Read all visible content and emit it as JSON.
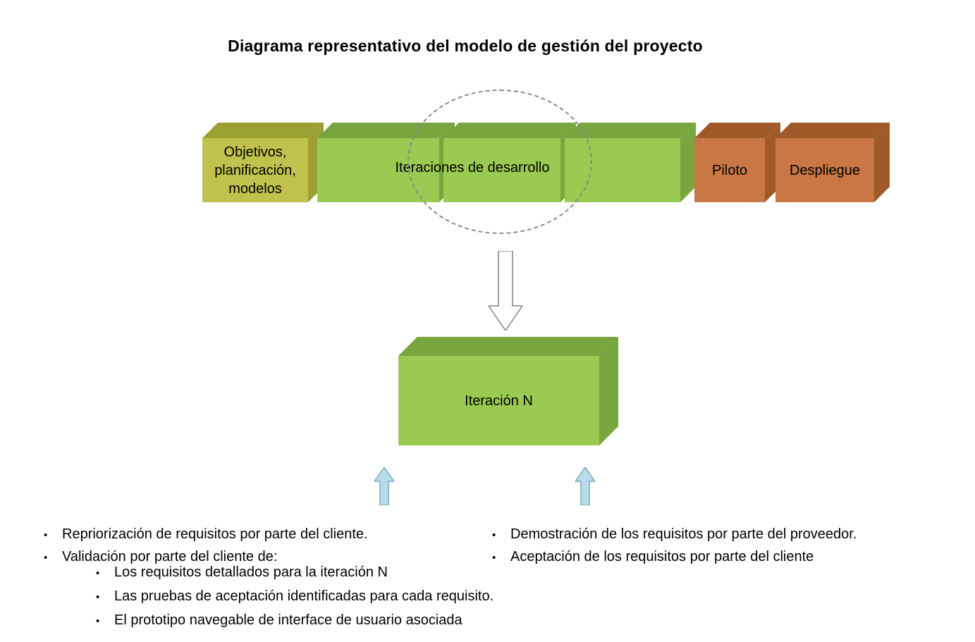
{
  "title": "Diagrama representativo del modelo de gestión del proyecto",
  "phases": {
    "objetivos": "Objetivos,\nplanificación,\nmodelos",
    "iteraciones_label": "Iteraciones de desarrollo",
    "piloto": "Piloto",
    "despliegue": "Despliegue"
  },
  "iteration": {
    "label": "Iteración N"
  },
  "bullets": {
    "left": [
      "Repriorización de requisitos por parte del cliente.",
      "Validación por parte del cliente de:"
    ],
    "sub": [
      "Los requisitos detallados para la iteración N",
      "Las pruebas de aceptación identificadas para cada requisito.",
      "El prototipo navegable de interface de usuario asociada"
    ],
    "right": [
      "Demostración de los requisitos por parte del proveedor.",
      "Aceptación de los requisitos por parte del cliente"
    ]
  },
  "colors": {
    "yellow-front": "#c1c24e",
    "yellow-dark": "#9aa032",
    "green-front": "#9aca52",
    "green-dark": "#78a53e",
    "orange-front": "#c97745",
    "orange-dark": "#a05a2a",
    "arrow-blue-fill": "#b9dce9",
    "arrow-blue-stroke": "#669bb5",
    "arrow-down-fill": "#ffffff",
    "arrow-down-stroke": "#808080",
    "ellipse-stroke": "#8a8a8a"
  }
}
